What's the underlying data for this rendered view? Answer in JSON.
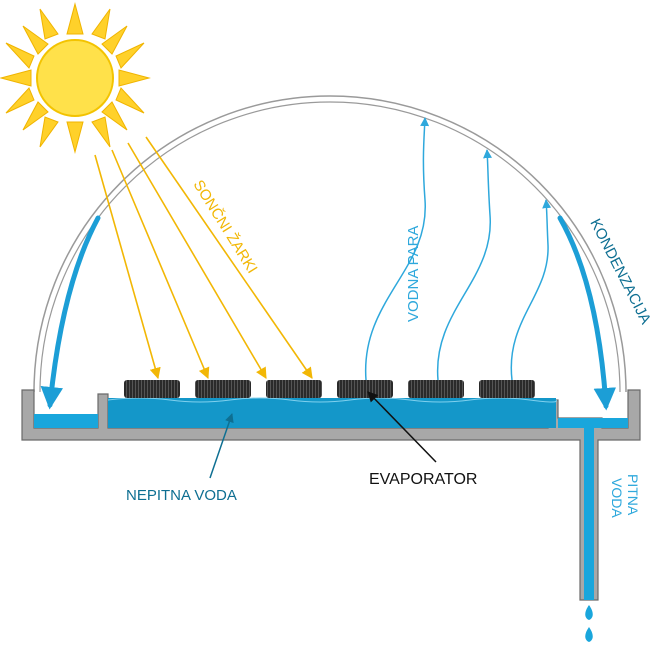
{
  "labels": {
    "sun_rays": "SONČNI ŽARKI",
    "water_vapor": "VODNA PARA",
    "condensation": "KONDENZACIJA",
    "evaporator": "EVAPORATOR",
    "non_potable_water": "NEPITNA VODA",
    "potable_water_line1": "PITNA",
    "potable_water_line2": "VODA"
  },
  "icons": {
    "sun": "sun-icon",
    "drop": "water-drop-icon"
  },
  "colors": {
    "sun_fill": "#FFE14A",
    "sun_rays": "#FFD12A",
    "ray_arrows": "#F2B705",
    "vapor": "#2EA8DC",
    "water": "#19A6DC",
    "dark_water": "#0E6F92",
    "wall": "#8C8C8C",
    "evaporator": "#222222",
    "text_dark": "#111111"
  }
}
